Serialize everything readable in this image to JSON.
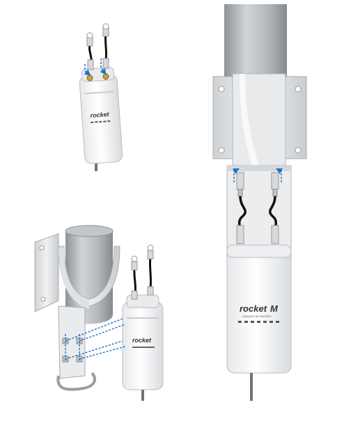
{
  "figure": {
    "device_brand_text": "rocket",
    "device_brand_suffix": "M",
    "device_sub_text": "UBIQUITI NETWORKS",
    "colors": {
      "pole": "#b9bcbf",
      "bracket": "#e4e6e8",
      "device": "#f6f7f8",
      "cable": "#111111",
      "guide_arrow": "#1f73c8"
    }
  }
}
